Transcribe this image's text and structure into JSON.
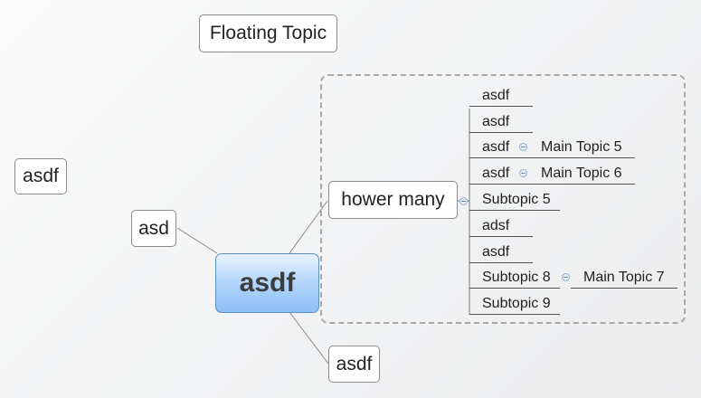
{
  "central": "asdf",
  "floating_topic": "Floating Topic",
  "floating_asdf": "asdf",
  "main_asd": "asd",
  "main_asdf_bottom": "asdf",
  "main_hower": "hower many",
  "subtopics": {
    "s1": "asdf",
    "s2": "asdf",
    "s3": "asdf",
    "s4": "asdf",
    "s5": "Subtopic 5",
    "s6": "adsf",
    "s7": "asdf",
    "s8": "Subtopic 8",
    "s9": "Subtopic 9"
  },
  "detached": {
    "mt5": "Main Topic 5",
    "mt6": "Main Topic 6",
    "mt7": "Main Topic 7"
  }
}
